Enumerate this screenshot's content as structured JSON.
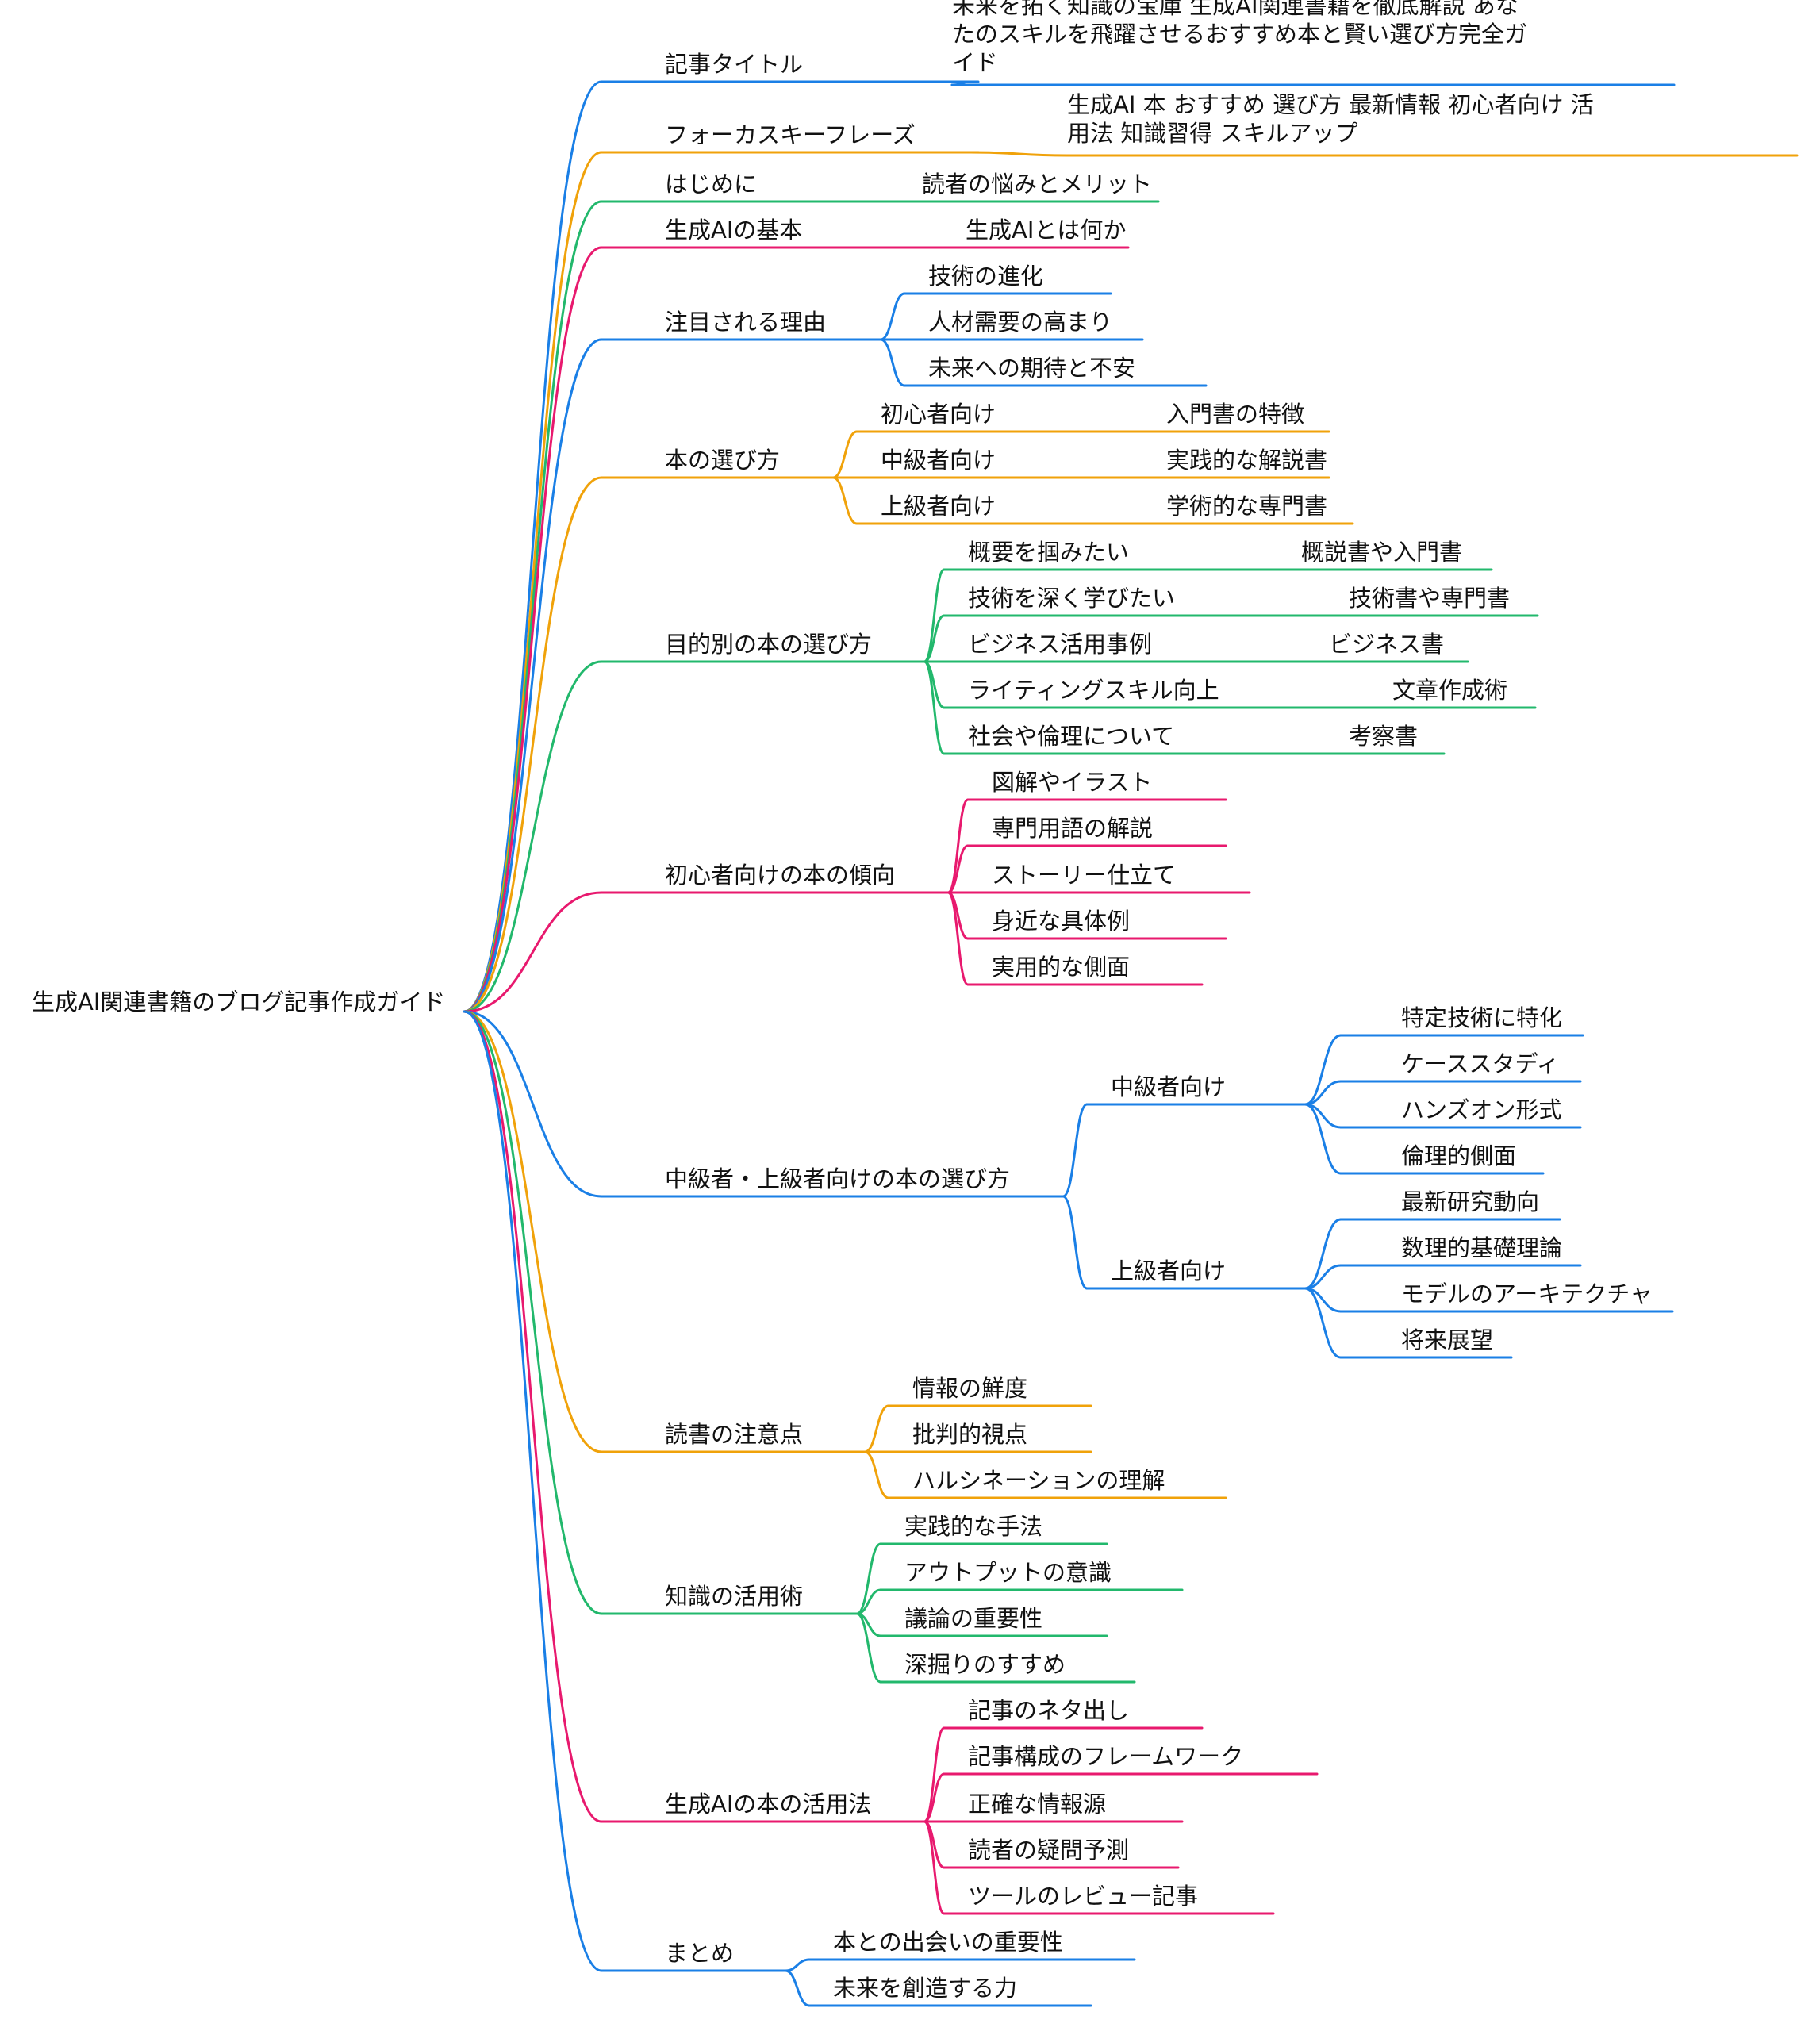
{
  "root": {
    "label": "生成AI関連書籍のブログ記事作成ガイド"
  },
  "palette": {
    "blue": "#1a7fe6",
    "orange": "#f0a20a",
    "green": "#22b86c",
    "pink": "#e8196e"
  },
  "branches": [
    {
      "label": "記事タイトル",
      "color": "#1a7fe6",
      "children": [
        {
          "label": "未来を拓く知識の宝庫 生成AI関連書籍を徹底解説 あなたのスキルを飛躍させるおすすめ本と賢い選び方完全ガイド"
        }
      ]
    },
    {
      "label": "フォーカスキーフレーズ",
      "color": "#f0a20a",
      "children": [
        {
          "label": "生成AI 本 おすすめ 選び方 最新情報 初心者向け 活用法 知識習得 スキルアップ"
        }
      ]
    },
    {
      "label": "はじめに",
      "color": "#22b86c",
      "children": [
        {
          "label": "読者の悩みとメリット"
        }
      ]
    },
    {
      "label": "生成AIの基本",
      "color": "#e8196e",
      "children": [
        {
          "label": "生成AIとは何か"
        }
      ]
    },
    {
      "label": "注目される理由",
      "color": "#1a7fe6",
      "children": [
        {
          "label": "技術の進化"
        },
        {
          "label": "人材需要の高まり"
        },
        {
          "label": "未来への期待と不安"
        }
      ]
    },
    {
      "label": "本の選び方",
      "color": "#f0a20a",
      "children": [
        {
          "label": "初心者向け",
          "children": [
            {
              "label": "入門書の特徴"
            }
          ]
        },
        {
          "label": "中級者向け",
          "children": [
            {
              "label": "実践的な解説書"
            }
          ]
        },
        {
          "label": "上級者向け",
          "children": [
            {
              "label": "学術的な専門書"
            }
          ]
        }
      ]
    },
    {
      "label": "目的別の本の選び方",
      "color": "#22b86c",
      "children": [
        {
          "label": "概要を掴みたい",
          "children": [
            {
              "label": "概説書や入門書"
            }
          ]
        },
        {
          "label": "技術を深く学びたい",
          "children": [
            {
              "label": "技術書や専門書"
            }
          ]
        },
        {
          "label": "ビジネス活用事例",
          "children": [
            {
              "label": "ビジネス書"
            }
          ]
        },
        {
          "label": "ライティングスキル向上",
          "children": [
            {
              "label": "文章作成術"
            }
          ]
        },
        {
          "label": "社会や倫理について",
          "children": [
            {
              "label": "考察書"
            }
          ]
        }
      ]
    },
    {
      "label": "初心者向けの本の傾向",
      "color": "#e8196e",
      "children": [
        {
          "label": "図解やイラスト"
        },
        {
          "label": "専門用語の解説"
        },
        {
          "label": "ストーリー仕立て"
        },
        {
          "label": "身近な具体例"
        },
        {
          "label": "実用的な側面"
        }
      ]
    },
    {
      "label": "中級者・上級者向けの本の選び方",
      "color": "#1a7fe6",
      "children": [
        {
          "label": "中級者向け",
          "children": [
            {
              "label": "特定技術に特化"
            },
            {
              "label": "ケーススタディ"
            },
            {
              "label": "ハンズオン形式"
            },
            {
              "label": "倫理的側面"
            }
          ]
        },
        {
          "label": "上級者向け",
          "children": [
            {
              "label": "最新研究動向"
            },
            {
              "label": "数理的基礎理論"
            },
            {
              "label": "モデルのアーキテクチャ"
            },
            {
              "label": "将来展望"
            }
          ]
        }
      ]
    },
    {
      "label": "読書の注意点",
      "color": "#f0a20a",
      "children": [
        {
          "label": "情報の鮮度"
        },
        {
          "label": "批判的視点"
        },
        {
          "label": "ハルシネーションの理解"
        }
      ]
    },
    {
      "label": "知識の活用術",
      "color": "#22b86c",
      "children": [
        {
          "label": "実践的な手法"
        },
        {
          "label": "アウトプットの意識"
        },
        {
          "label": "議論の重要性"
        },
        {
          "label": "深掘りのすすめ"
        }
      ]
    },
    {
      "label": "生成AIの本の活用法",
      "color": "#e8196e",
      "children": [
        {
          "label": "記事のネタ出し"
        },
        {
          "label": "記事構成のフレームワーク"
        },
        {
          "label": "正確な情報源"
        },
        {
          "label": "読者の疑問予測"
        },
        {
          "label": "ツールのレビュー記事"
        }
      ]
    },
    {
      "label": "まとめ",
      "color": "#1a7fe6",
      "children": [
        {
          "label": "本との出会いの重要性"
        },
        {
          "label": "未来を創造する力"
        }
      ]
    }
  ]
}
